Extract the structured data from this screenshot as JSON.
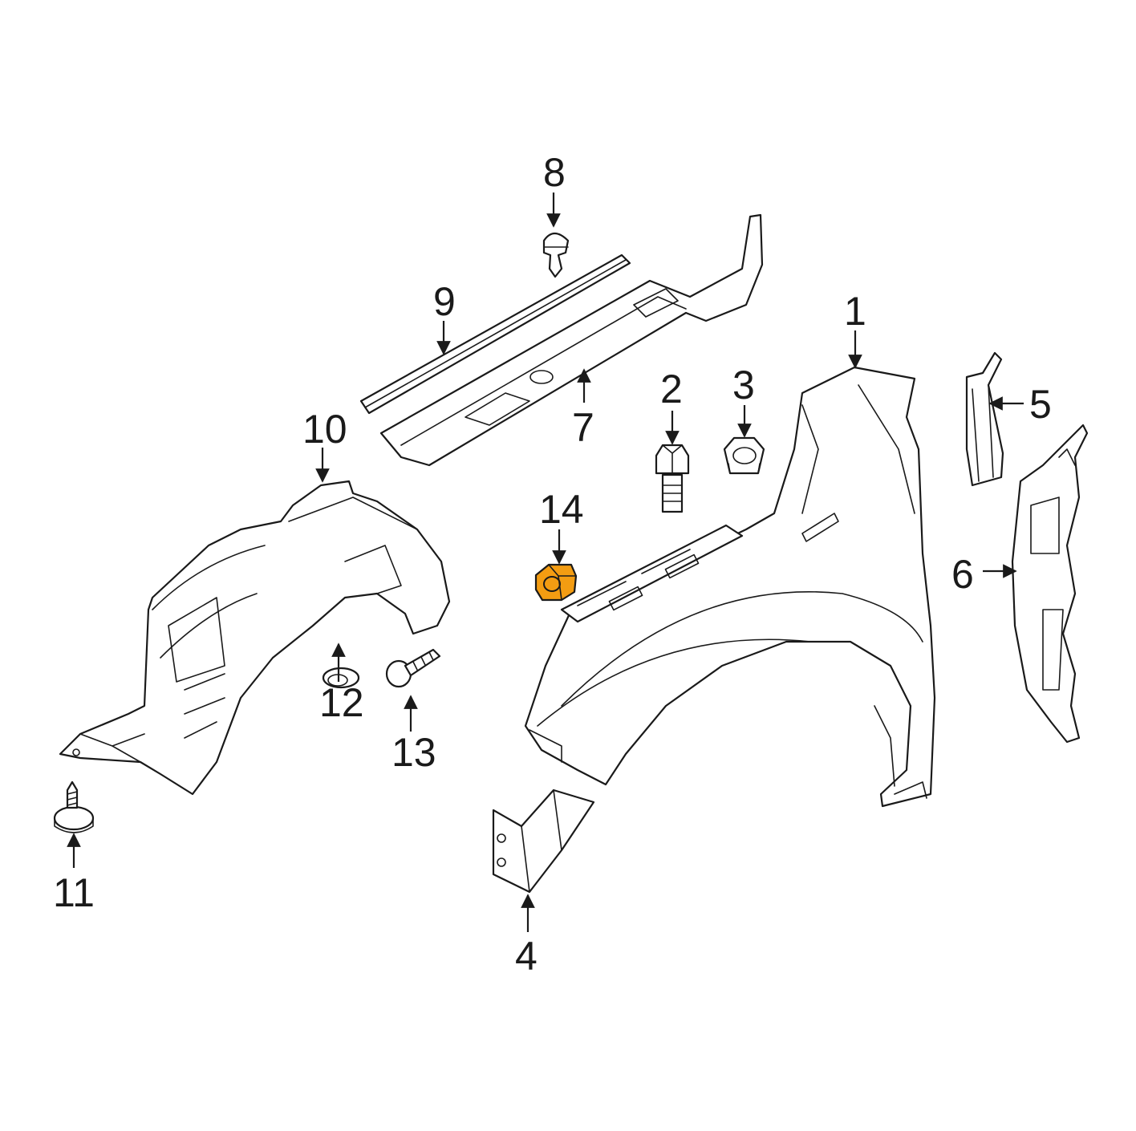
{
  "highlight_color": "#f39c12",
  "line_color": "#1a1a1a",
  "callouts": {
    "c1": "1",
    "c2": "2",
    "c3": "3",
    "c4": "4",
    "c5": "5",
    "c6": "6",
    "c7": "7",
    "c8": "8",
    "c9": "9",
    "c10": "10",
    "c11": "11",
    "c12": "12",
    "c13": "13",
    "c14": "14"
  }
}
